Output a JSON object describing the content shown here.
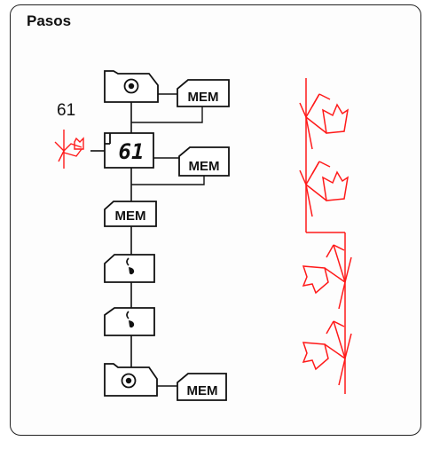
{
  "title": "Pasos",
  "stitch_number": "61",
  "display_code": "61",
  "mem_label": "MEM",
  "colors": {
    "ink": "#111111",
    "stitch": "#ff1a1a",
    "border": "#222222"
  },
  "steps": [
    {
      "key": "needle-position-button",
      "icon": "target-icon",
      "mem": true
    },
    {
      "key": "stitch-display",
      "icon": "lcd-display",
      "mem": true
    },
    {
      "key": "mem-button",
      "icon": "mem-label",
      "mem": false
    },
    {
      "key": "mirror-button-1",
      "icon": "mirror-icon",
      "mem": false
    },
    {
      "key": "mirror-button-2",
      "icon": "mirror-icon",
      "mem": false
    },
    {
      "key": "needle-position-button-2",
      "icon": "target-icon",
      "mem": true
    }
  ]
}
